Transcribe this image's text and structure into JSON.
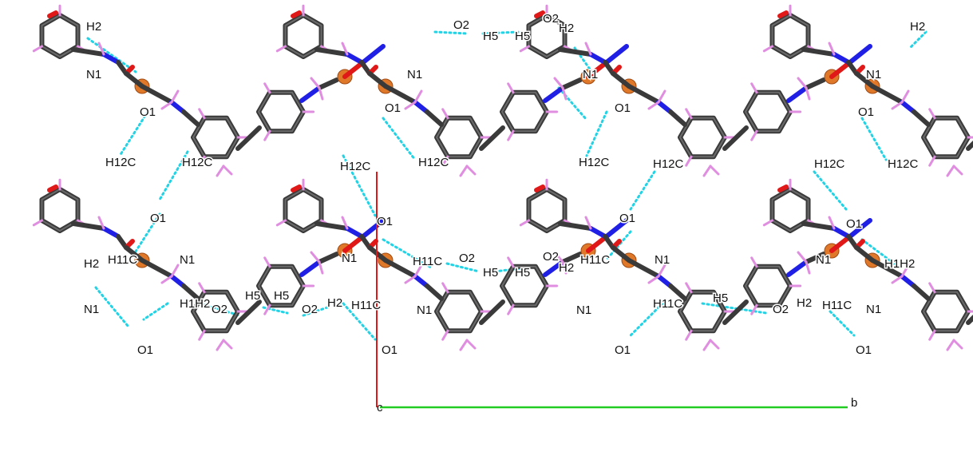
{
  "colors": {
    "carbon": "#3a3a3a",
    "hydrogen": "#e08ee0",
    "nitrogen": "#1f1fe6",
    "oxygen": "#e01818",
    "phosphorus": "#e0782a",
    "hbond": "#22d3e6",
    "axis_a": "#e01818",
    "axis_b": "#22cc22"
  },
  "axes": {
    "origin": "c",
    "b": "b"
  },
  "labels": [
    {
      "text": "H2"
    },
    {
      "text": "O2"
    },
    {
      "text": "H5"
    },
    {
      "text": "H5"
    },
    {
      "text": "O2"
    },
    {
      "text": "H2"
    },
    {
      "text": "H2"
    },
    {
      "text": "N1"
    },
    {
      "text": "N1"
    },
    {
      "text": "N1"
    },
    {
      "text": "N1"
    },
    {
      "text": "O1"
    },
    {
      "text": "O1"
    },
    {
      "text": "O1"
    },
    {
      "text": "O1"
    },
    {
      "text": "H12C"
    },
    {
      "text": "H12C"
    },
    {
      "text": "H12C"
    },
    {
      "text": "H12C"
    },
    {
      "text": "H12C"
    },
    {
      "text": "H12C"
    },
    {
      "text": "H12C"
    },
    {
      "text": "H12C"
    },
    {
      "text": "O1"
    },
    {
      "text": "O1"
    },
    {
      "text": "O1"
    },
    {
      "text": "O1"
    },
    {
      "text": "H2"
    },
    {
      "text": "H11C"
    },
    {
      "text": "N1"
    },
    {
      "text": "N1"
    },
    {
      "text": "H11C"
    },
    {
      "text": "O2"
    },
    {
      "text": "H5"
    },
    {
      "text": "H5"
    },
    {
      "text": "O2"
    },
    {
      "text": "H2"
    },
    {
      "text": "H11C"
    },
    {
      "text": "N1"
    },
    {
      "text": "N1"
    },
    {
      "text": "H1H2"
    },
    {
      "text": "N1"
    },
    {
      "text": "H1H2"
    },
    {
      "text": "O2"
    },
    {
      "text": "H5"
    },
    {
      "text": "H5"
    },
    {
      "text": "O2"
    },
    {
      "text": "H2"
    },
    {
      "text": "H11C"
    },
    {
      "text": "N1"
    },
    {
      "text": "N1"
    },
    {
      "text": "H11C"
    },
    {
      "text": "H5"
    },
    {
      "text": "O2"
    },
    {
      "text": "H2"
    },
    {
      "text": "H11C"
    },
    {
      "text": "N1"
    },
    {
      "text": "O1"
    },
    {
      "text": "O1"
    },
    {
      "text": "O1"
    },
    {
      "text": "O1"
    }
  ]
}
